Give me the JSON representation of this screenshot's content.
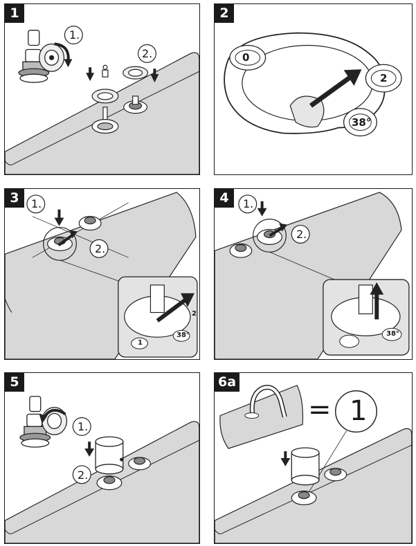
{
  "panels": [
    {
      "badge": "1",
      "labels": [
        "1.",
        "2."
      ]
    },
    {
      "badge": "2",
      "dial": [
        "0",
        "2",
        "38°"
      ]
    },
    {
      "badge": "3",
      "labels": [
        "1.",
        "2."
      ],
      "detail_dial": [
        "2",
        "1",
        "38°"
      ]
    },
    {
      "badge": "4",
      "labels": [
        "1.",
        "2."
      ],
      "detail_dial": [
        "38°"
      ]
    },
    {
      "badge": "5",
      "labels": [
        "1.",
        "2."
      ]
    },
    {
      "badge": "6a",
      "equals": "=",
      "callout": "1"
    }
  ]
}
